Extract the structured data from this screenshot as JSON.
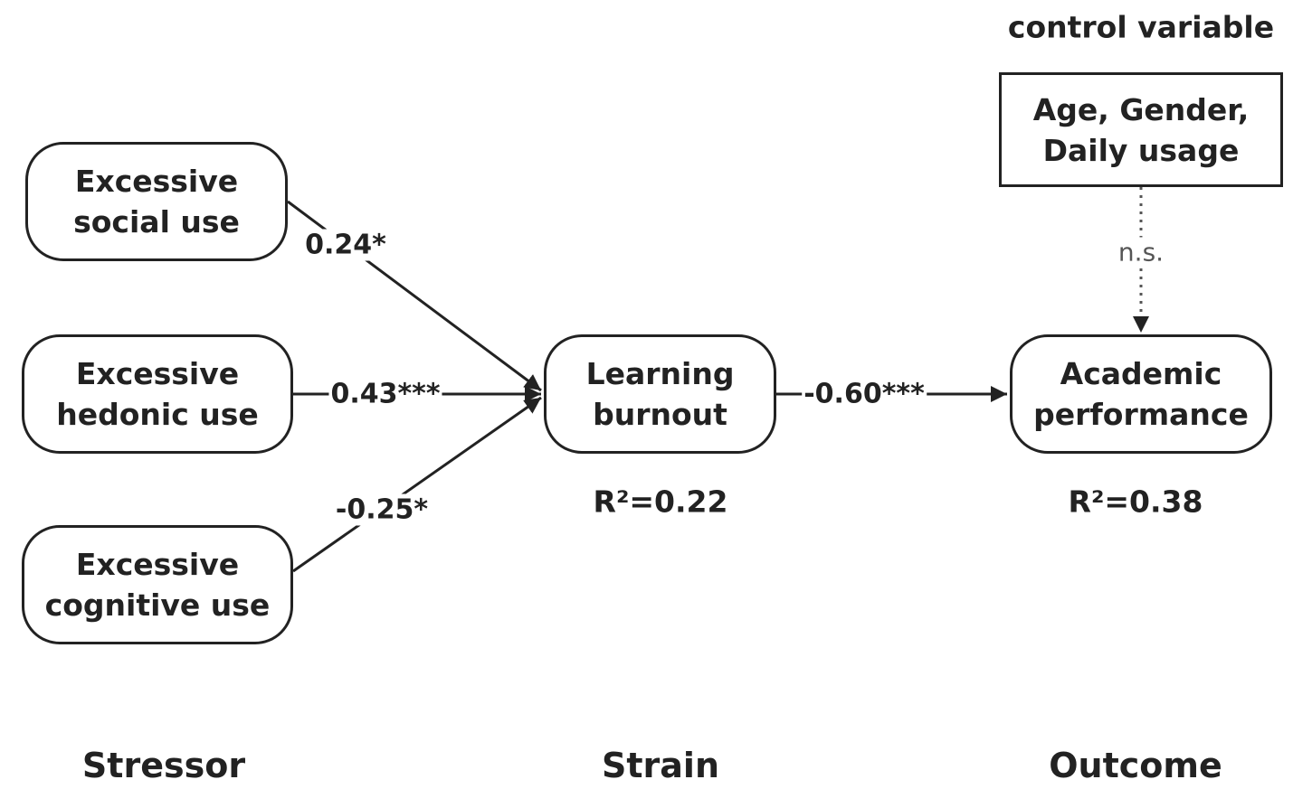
{
  "control": {
    "heading": "control variable",
    "line1": "Age, Gender,",
    "line2": "Daily usage",
    "path_label": "n.s."
  },
  "stressors": {
    "social": {
      "line1": "Excessive",
      "line2": "social use",
      "coef": "0.24*"
    },
    "hedonic": {
      "line1": "Excessive",
      "line2": "hedonic use",
      "coef": "0.43***"
    },
    "cognitive": {
      "line1": "Excessive",
      "line2": "cognitive use",
      "coef": "-0.25*"
    }
  },
  "strain": {
    "line1": "Learning",
    "line2": "burnout",
    "r2": "R²=0.22",
    "coef_to_outcome": "-0.60***"
  },
  "outcome": {
    "line1": "Academic",
    "line2": "performance",
    "r2": "R²=0.38"
  },
  "stages": {
    "stressor": "Stressor",
    "strain": "Strain",
    "outcome": "Outcome"
  },
  "colors": {
    "stroke": "#222222",
    "dotted": "#555555"
  }
}
